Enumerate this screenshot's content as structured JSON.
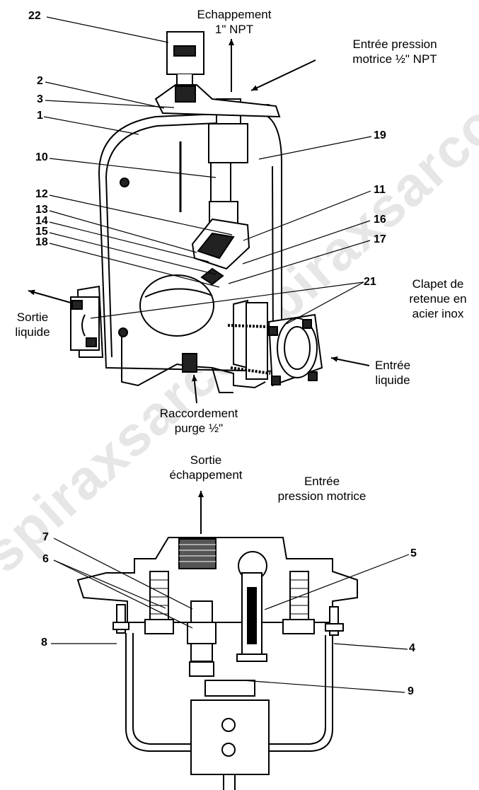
{
  "watermark": {
    "text": "spiraxsarco spiraxsarco"
  },
  "labels": {
    "echappement": [
      "Echappement",
      "1\" NPT"
    ],
    "entree_pression": [
      "Entrée pression",
      "motrice ½\" NPT"
    ],
    "sortie_liquide": [
      "Sortie",
      "liquide"
    ],
    "clapet": [
      "Clapet de",
      "retenue en",
      "acier inox"
    ],
    "entree_liquide": [
      "Entrée",
      "liquide"
    ],
    "raccordement": [
      "Raccordement",
      "purge ½\""
    ],
    "sortie_echappement": [
      "Sortie",
      "échappement"
    ],
    "entree_pression_motrice": [
      "Entrée",
      "pression motrice"
    ]
  },
  "callouts": {
    "n22": "22",
    "n2": "2",
    "n3": "3",
    "n1": "1",
    "n19": "19",
    "n10": "10",
    "n12": "12",
    "n11": "11",
    "n13": "13",
    "n14": "14",
    "n16": "16",
    "n15": "15",
    "n17": "17",
    "n18": "18",
    "n21": "21",
    "n7": "7",
    "n5": "5",
    "n6": "6",
    "n8": "8",
    "n4": "4",
    "n9": "9"
  }
}
